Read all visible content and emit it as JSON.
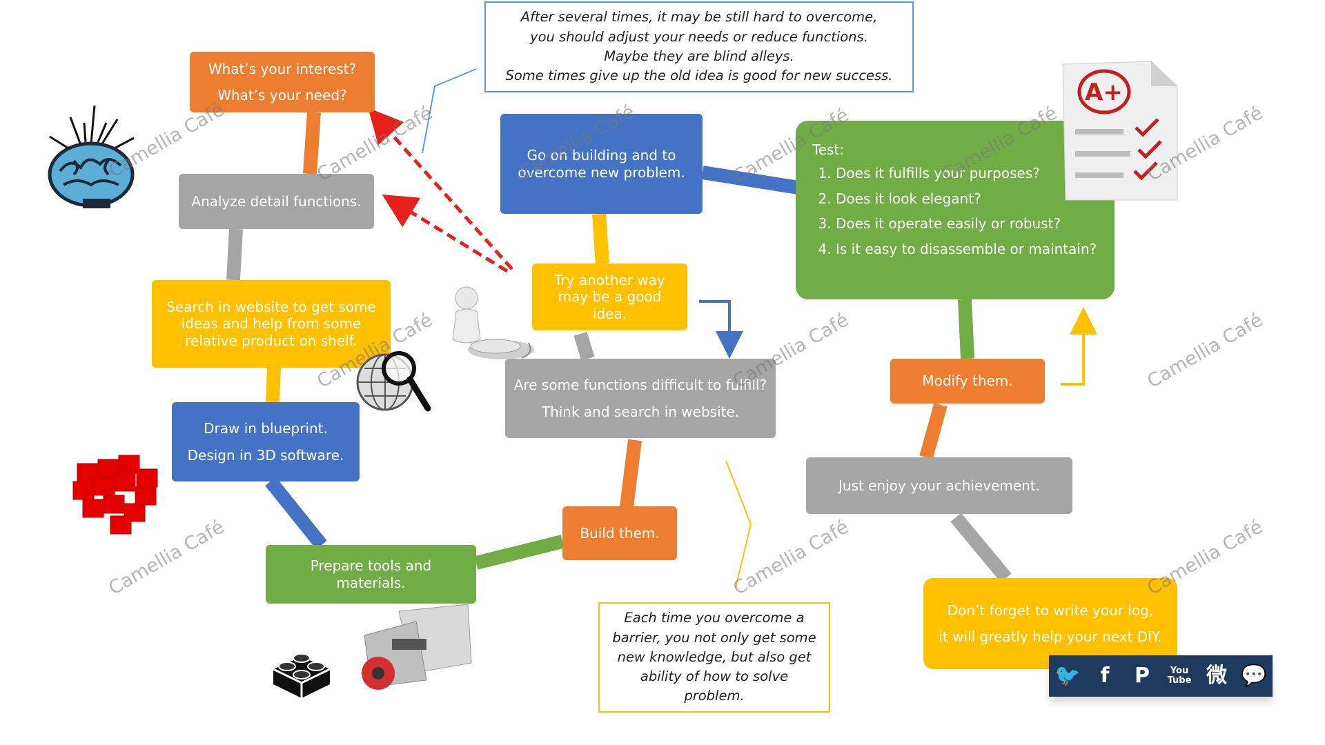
{
  "boxes": {
    "interest": {
      "line1": "What’s your interest?",
      "line2": "What’s your need?"
    },
    "analyze": "Analyze detail functions.",
    "search": "Search in website to get some ideas and help from some relative product on shelf.",
    "draw": {
      "line1": "Draw in blueprint.",
      "line2": "Design in 3D software."
    },
    "prepare": "Prepare tools and materials.",
    "build": "Build them.",
    "difficult": {
      "line1": "Are some functions difficult to fulfill?",
      "line2": "Think and search in website."
    },
    "try_another": "Try another way may be a good idea.",
    "go_on": "Go on building and to overcome new problem.",
    "test": {
      "heading": "Test:",
      "items": [
        "Does it fulfills your purposes?",
        "Does it look elegant?",
        "Does it operate easily or robust?",
        "Is it easy to disassemble or maintain?"
      ]
    },
    "modify": "Modify them.",
    "enjoy": "Just enjoy your achievement.",
    "log": {
      "line1": "Don’t forget to write your log,",
      "line2": "it will greatly help your next DIY."
    }
  },
  "notes": {
    "top": [
      "After several times, it may be still hard to overcome,",
      "you should adjust your needs or reduce functions.",
      "Maybe they are blind alleys.",
      "Some times give up the old idea is good for new success."
    ],
    "bottom": [
      "Each time you overcome a",
      "barrier, you not only get some",
      "new knowledge, but also get",
      "ability of how to solve problem."
    ]
  },
  "watermark": "Camellia Café",
  "icons": [
    "brain-icon",
    "thinker-icon",
    "magnifier-globe-icon",
    "pixel-heart-icon",
    "lego-brick-icon",
    "lego-motor-icon",
    "grade-report-icon"
  ],
  "social": {
    "items": [
      {
        "name": "twitter-icon",
        "glyph": "🐦"
      },
      {
        "name": "facebook-icon",
        "glyph": "f"
      },
      {
        "name": "pinterest-icon",
        "glyph": "P"
      },
      {
        "name": "youtube-icon",
        "glyph": "You Tube"
      },
      {
        "name": "weibo-icon",
        "glyph": "微"
      },
      {
        "name": "wechat-icon",
        "glyph": "💬"
      }
    ]
  },
  "colors": {
    "orange": "#ED7D31",
    "gray": "#A5A5A5",
    "yellow": "#FFC000",
    "blue": "#4472C4",
    "green": "#70AD47",
    "red_arrow": "#E8201C",
    "social_bar": "#1F3A5F"
  }
}
